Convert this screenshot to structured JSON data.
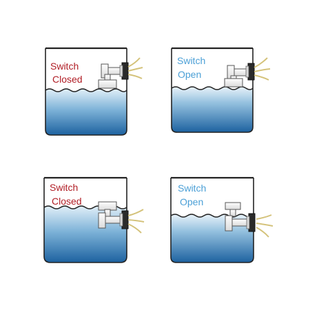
{
  "panels": [
    {
      "line1": "Switch",
      "line2": "Closed",
      "state": "closed"
    },
    {
      "line1": "Switch",
      "line2": "Open",
      "state": "open"
    },
    {
      "line1": "Switch",
      "line2": "Closed",
      "state": "closed"
    },
    {
      "line1": "Switch",
      "line2": "Open",
      "state": "open"
    }
  ],
  "colors": {
    "closed_text": "#b01c24",
    "open_text": "#4a9fd6",
    "water_top": "#d8eaf5",
    "water_bottom": "#1f6aa8",
    "tank_outline": "#222222",
    "wire": "#d4c27a"
  }
}
